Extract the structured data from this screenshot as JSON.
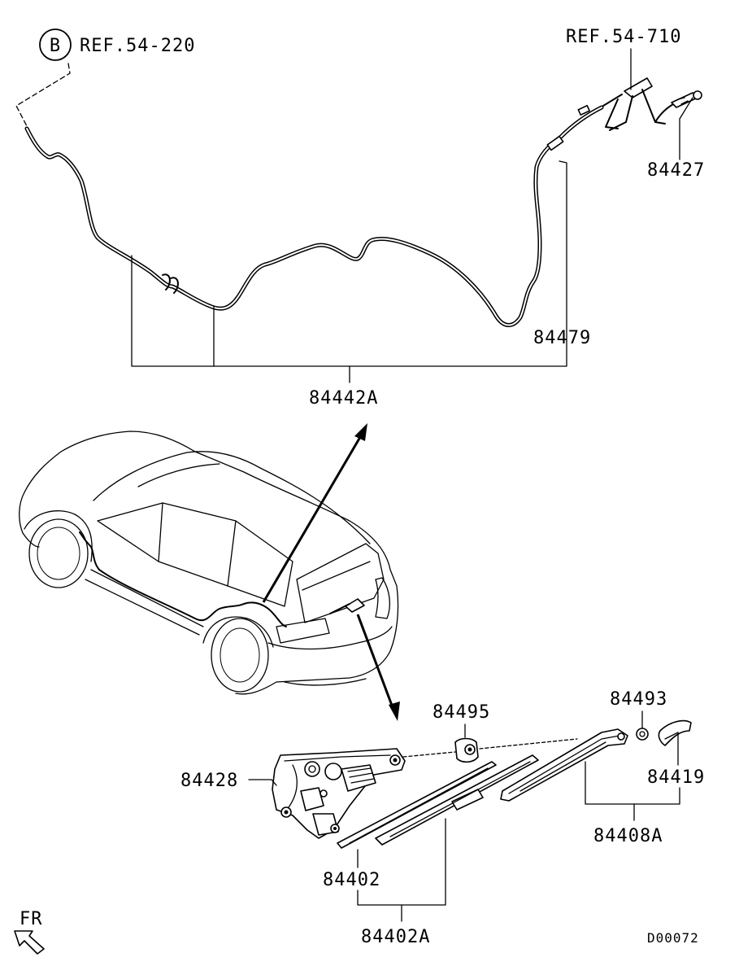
{
  "diagram_id": "D00072",
  "direction_marker": "FR",
  "circle_callout": "B",
  "references": {
    "washer_line_ref": "REF.54-220",
    "nozzle_ref": "REF.54-710"
  },
  "parts": {
    "hose_assembly": "84442A",
    "hose": "84479",
    "nozzle": "84427",
    "motor": "84428",
    "cap": "84495",
    "nut": "84493",
    "cover": "84419",
    "arm_assembly": "84408A",
    "blade": "84402",
    "blade_assembly": "84402A"
  }
}
